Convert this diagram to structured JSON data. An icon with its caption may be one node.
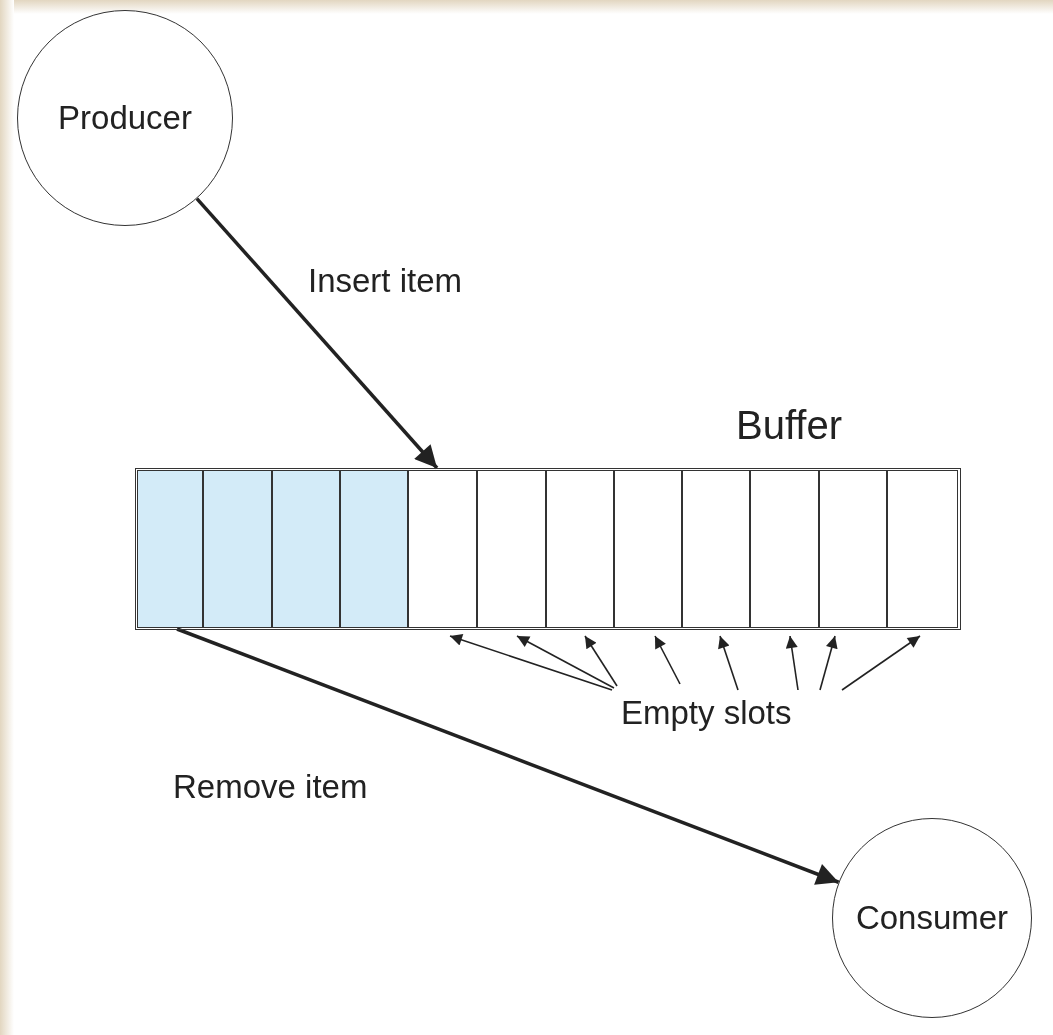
{
  "diagram": {
    "nodes": [
      {
        "text": [
          "Producer"
        ]
      },
      {
        "text": [
          "Buffer"
        ]
      },
      {
        "text": [],
        "shape": "box",
        "in": 1
      },
      {
        "text": [],
        "shape": "box",
        "in": 1
      },
      {
        "text": [],
        "shape": "box",
        "in": 1
      },
      {
        "text": [],
        "shape": "box",
        "in": 1
      },
      {
        "text": [],
        "shape": "box",
        "in": 1
      },
      {
        "text": [],
        "shape": "box",
        "in": 1
      },
      {
        "text": [],
        "shape": "box",
        "in": 1
      },
      {
        "text": [],
        "shape": "box",
        "in": 1
      },
      {
        "text": [],
        "shape": "box",
        "in": 1
      },
      {
        "text": [],
        "shape": "box",
        "in": 1
      },
      {
        "text": [],
        "shape": "box",
        "in": 1
      },
      {
        "text": [],
        "shape": "box",
        "in": 1
      },
      {
        "text": [
          "Empty slots"
        ]
      },
      {
        "text": [
          "Consumer"
        ]
      }
    ],
    "edges": [
      {
        "from": 0,
        "to": 6,
        "arrow": "to",
        "label": "Insert item",
        "style": "thick"
      },
      {
        "from": 2,
        "to": 15,
        "arrow": "to",
        "label": "Remove item",
        "style": "thick"
      },
      {
        "from": 14,
        "to": 6,
        "arrow": "to"
      },
      {
        "from": 14,
        "to": 7,
        "arrow": "to"
      },
      {
        "from": 14,
        "to": 8,
        "arrow": "to"
      },
      {
        "from": 14,
        "to": 9,
        "arrow": "to"
      },
      {
        "from": 14,
        "to": 10,
        "arrow": "to"
      },
      {
        "from": 14,
        "to": 11,
        "arrow": "to"
      },
      {
        "from": 14,
        "to": 12,
        "arrow": "to"
      },
      {
        "from": 14,
        "to": 13,
        "arrow": "to"
      }
    ]
  }
}
